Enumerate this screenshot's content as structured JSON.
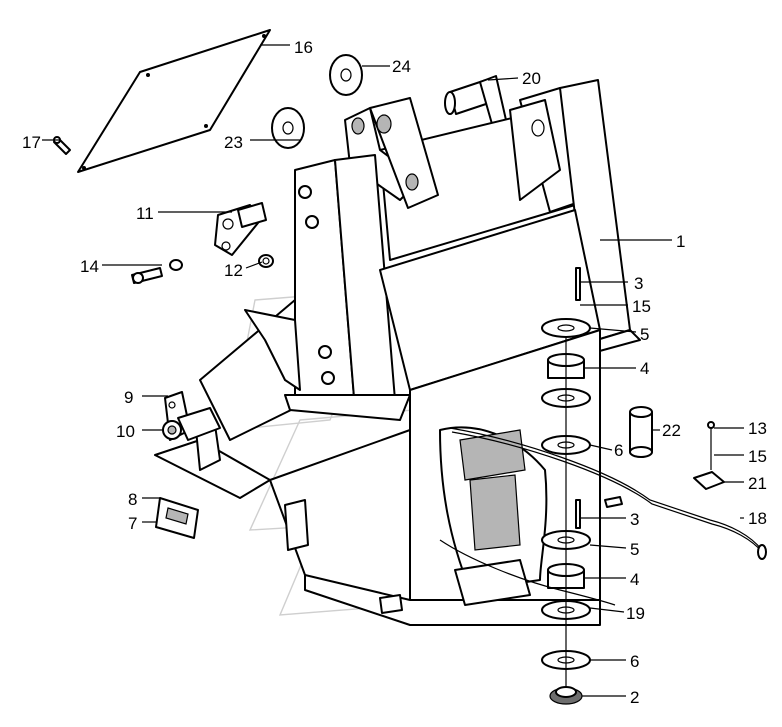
{
  "callouts": [
    {
      "id": "c1",
      "label": "1"
    },
    {
      "id": "c2",
      "label": "2"
    },
    {
      "id": "c3a",
      "label": "3"
    },
    {
      "id": "c3b",
      "label": "3"
    },
    {
      "id": "c4a",
      "label": "4"
    },
    {
      "id": "c4b",
      "label": "4"
    },
    {
      "id": "c5a",
      "label": "5"
    },
    {
      "id": "c5b",
      "label": "5"
    },
    {
      "id": "c6a",
      "label": "6"
    },
    {
      "id": "c6b",
      "label": "6"
    },
    {
      "id": "c7",
      "label": "7"
    },
    {
      "id": "c8",
      "label": "8"
    },
    {
      "id": "c9",
      "label": "9"
    },
    {
      "id": "c10",
      "label": "10"
    },
    {
      "id": "c11",
      "label": "11"
    },
    {
      "id": "c12",
      "label": "12"
    },
    {
      "id": "c13",
      "label": "13"
    },
    {
      "id": "c14",
      "label": "14"
    },
    {
      "id": "c15a",
      "label": "15"
    },
    {
      "id": "c15b",
      "label": "15"
    },
    {
      "id": "c16",
      "label": "16"
    },
    {
      "id": "c17",
      "label": "17"
    },
    {
      "id": "c18",
      "label": "18"
    },
    {
      "id": "c19",
      "label": "19"
    },
    {
      "id": "c20",
      "label": "20"
    },
    {
      "id": "c21",
      "label": "21"
    },
    {
      "id": "c22",
      "label": "22"
    },
    {
      "id": "c23",
      "label": "23"
    },
    {
      "id": "c24",
      "label": "24"
    }
  ]
}
